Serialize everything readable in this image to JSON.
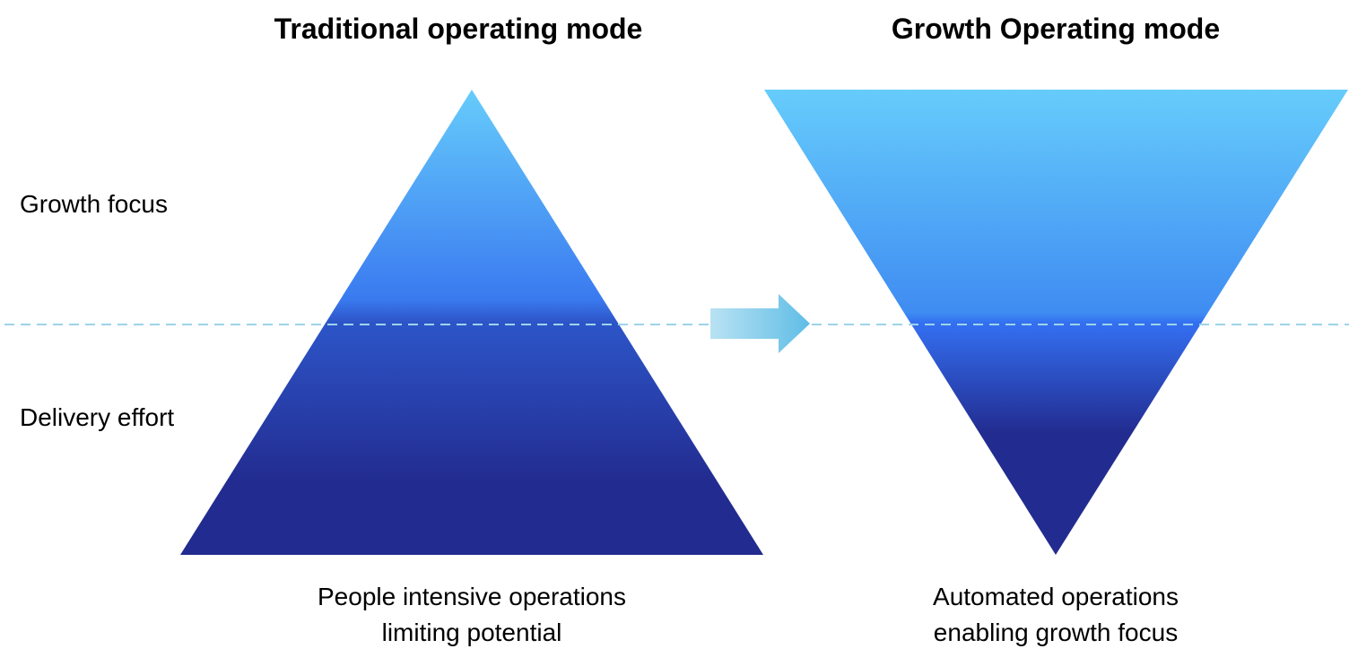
{
  "left_panel": {
    "title": "Traditional operating mode",
    "caption_line1": "People intensive operations",
    "caption_line2": "limiting potential"
  },
  "right_panel": {
    "title": "Growth Operating mode",
    "caption_line1": "Automated operations",
    "caption_line2": "enabling growth focus"
  },
  "row_labels": {
    "top": "Growth focus",
    "bottom": "Delivery effort"
  },
  "colors": {
    "light_blue": "#66ccfb",
    "mid_blue": "#3a7af0",
    "dark_blue": "#222b8f",
    "divider": "#9dd3ea",
    "arrow_light": "#b9e2f3",
    "arrow_dark": "#5fbde6"
  },
  "icons": {
    "arrow": "right-arrow-icon"
  }
}
